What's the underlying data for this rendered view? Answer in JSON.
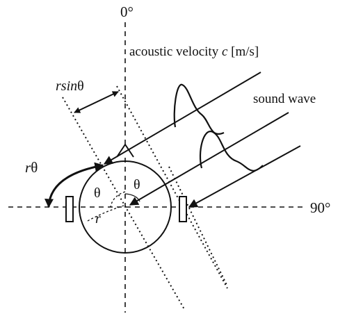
{
  "labels": {
    "angle_top": "0°",
    "angle_right": "90°",
    "velocity_prefix": "acoustic velocity ",
    "velocity_symbol": "c",
    "velocity_unit": " [m/s]",
    "sound_wave": "sound wave",
    "path_diff_r": "rsin",
    "path_diff_theta": "θ",
    "arc_r": "r",
    "arc_theta": "θ",
    "theta_left": "θ",
    "theta_right": "θ",
    "radius": "r"
  },
  "colors": {
    "ink": "#111111",
    "background": "#ffffff"
  }
}
